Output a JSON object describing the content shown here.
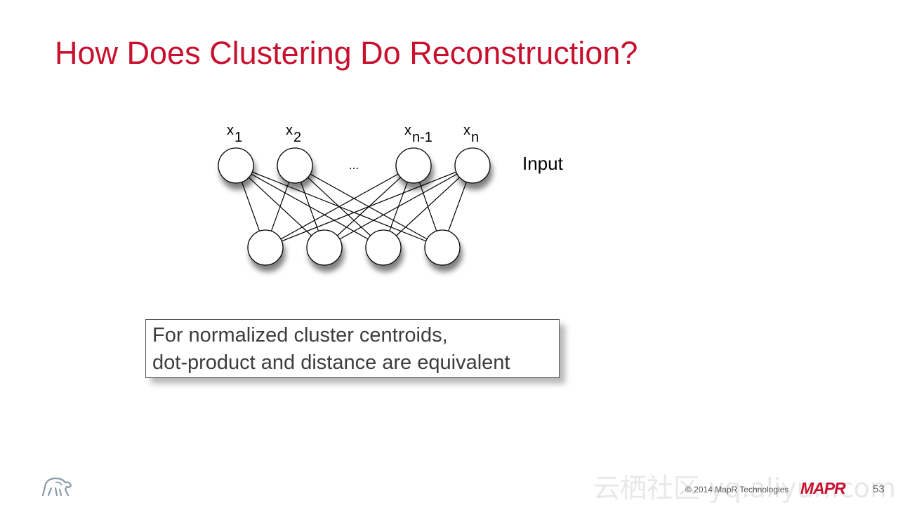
{
  "slide": {
    "title": "How Does Clustering Do Reconstruction?",
    "diagram": {
      "input_nodes": [
        {
          "base": "x",
          "sub": "1"
        },
        {
          "base": "x",
          "sub": "2"
        },
        {
          "base": "x",
          "sub": "n-1"
        },
        {
          "base": "x",
          "sub": "n"
        }
      ],
      "ellipsis": "...",
      "input_label": "Input",
      "hidden_node_count": 4
    },
    "callout": {
      "line1": "For normalized cluster centroids,",
      "line2": "dot-product and distance are equivalent"
    },
    "footer": {
      "copyright": "© 2014 MapR Technologies",
      "brand": "MAPR",
      "page_number": "53",
      "logo_icon": "elephant-icon"
    },
    "watermark": "云栖社区 yq.aliyun.com",
    "colors": {
      "accent": "#c8102e",
      "text": "#3d3d3d"
    }
  }
}
